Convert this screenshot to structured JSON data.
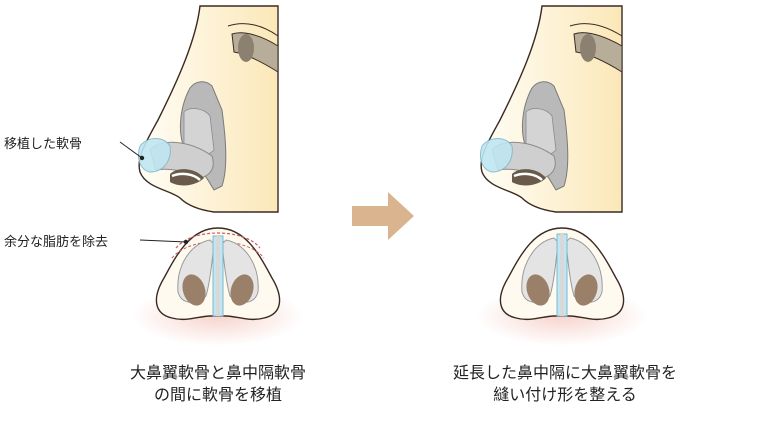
{
  "left": {
    "label_graft": "移植した軟骨",
    "label_fat": "余分な脂肪を除去",
    "caption_line1": "大鼻翼軟骨と鼻中隔軟骨",
    "caption_line2": "の間に軟骨を移植"
  },
  "right": {
    "caption_line1": "延長した鼻中隔に大鼻翼軟骨を",
    "caption_line2": "縫い付け形を整える"
  },
  "colors": {
    "skin": "#fdf3dc",
    "skin_edge": "#3a2a22",
    "cartilage": "#b9b9b9",
    "graft": "#bfe6f2",
    "nostril": "#9a8068",
    "arrow": "#d9b48f",
    "fat_line": "#d25a5a"
  }
}
